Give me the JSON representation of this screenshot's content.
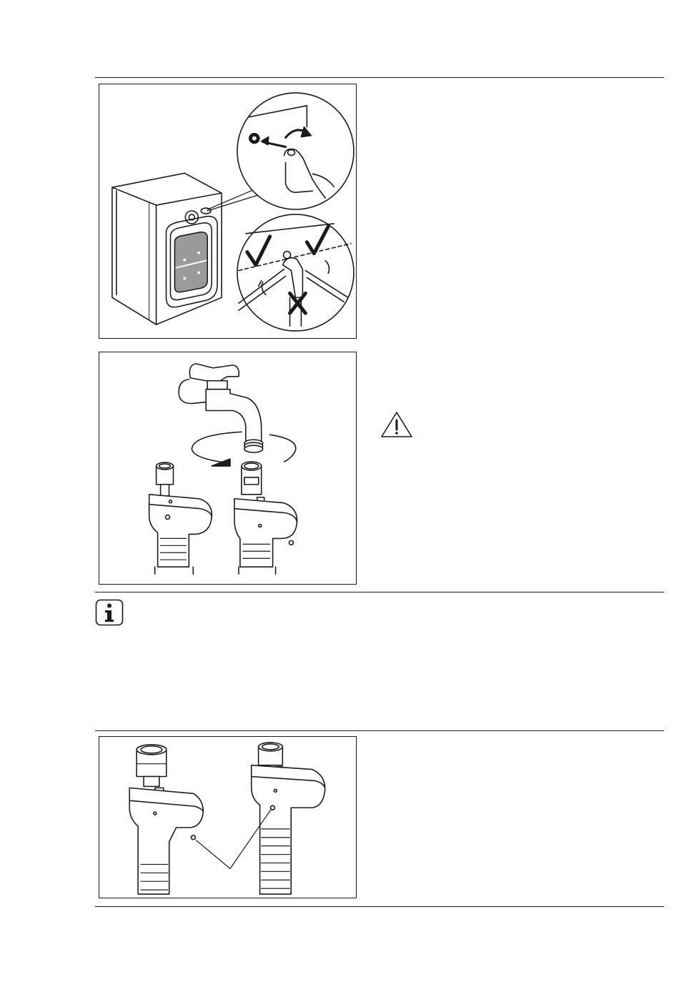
{
  "document": {
    "type": "installation-manual-page",
    "figures": [
      {
        "id": "fig1",
        "icon": "washing-machine-hose-connection-icon"
      },
      {
        "id": "fig2",
        "icon": "tap-hose-connection-icon"
      },
      {
        "id": "fig3",
        "icon": "aquastop-hose-indicator-icon"
      }
    ],
    "symbols": {
      "warning": "warning-triangle-icon",
      "information": "info-icon"
    },
    "colors": {
      "ink": "#1a1a1a",
      "paper": "#ffffff",
      "door_gray": "#9a9a9a"
    }
  }
}
